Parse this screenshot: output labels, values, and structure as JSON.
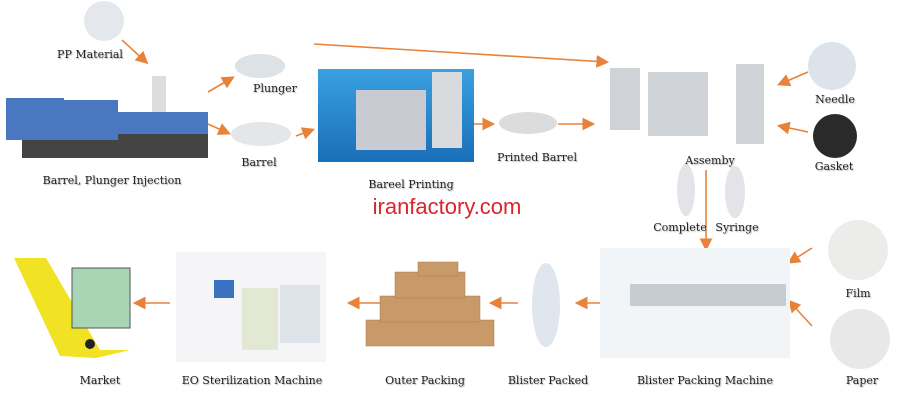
{
  "labels": {
    "pp_material": "PP Material",
    "plunger": "Plunger",
    "barrel": "Barrel",
    "injection": "Barrel, Plunger Injection",
    "printing": "Bareel Printing",
    "printed_barrel": "Printed Barrel",
    "assembly": "Assemby",
    "needle": "Needle",
    "gasket": "Gasket",
    "complete": "Complete",
    "syringe": "Syringe",
    "film": "Film",
    "paper": "Paper",
    "blister_machine": "Blister Packing Machine",
    "blister_packed": "Blister Packed",
    "outer_packing": "Outer Packing",
    "eo_sterilization": "EO Sterilization Machine",
    "market": "Market"
  },
  "watermark": "iranfactory.com",
  "colors": {
    "arrow": "#e8823a",
    "brand": "#d8262c",
    "machine_blue": "#4a78c0"
  }
}
